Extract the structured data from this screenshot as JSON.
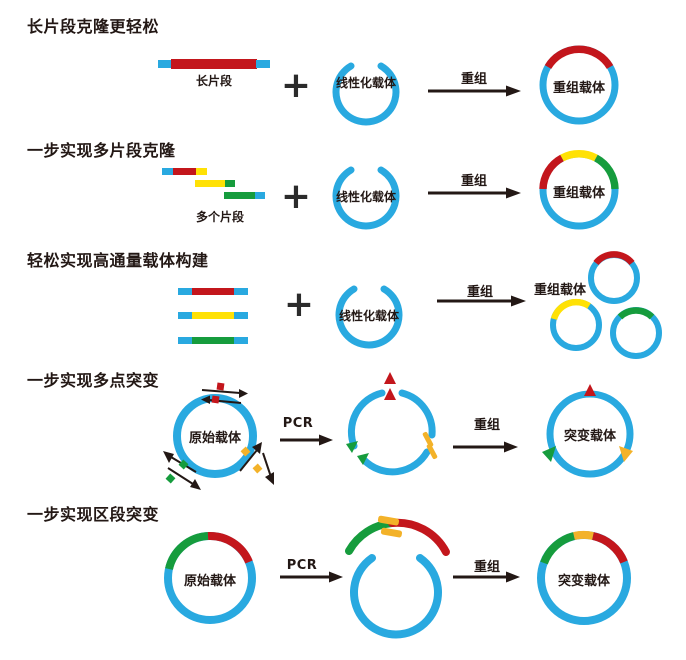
{
  "palette": {
    "vector_blue": "#29A9E0",
    "fragment_red": "#C3161C",
    "fragment_yellow": "#FFE105",
    "fragment_green": "#169C3D",
    "mutation_orange": "#F3B229",
    "ink_black": "#231815"
  },
  "rows": [
    {
      "title": "长片段克隆更轻松",
      "fragment_label": "长片段",
      "plus": "+",
      "linear_vector_label": "线性化载体",
      "reaction_label": "重组",
      "product_label": "重组载体"
    },
    {
      "title": "一步实现多片段克隆",
      "fragment_label": "多个片段",
      "plus": "+",
      "linear_vector_label": "线性化载体",
      "reaction_label": "重组",
      "product_label": "重组载体"
    },
    {
      "title": "轻松实现高通量载体构建",
      "plus": "+",
      "linear_vector_label": "线性化载体",
      "reaction_label": "重组",
      "product_label": "重组载体"
    },
    {
      "title": "一步实现多点突变",
      "source_vector_label": "原始载体",
      "pcr_label": "PCR",
      "reaction_label": "重组",
      "product_label": "突变载体"
    },
    {
      "title": "一步实现区段突变",
      "source_vector_label": "原始载体",
      "pcr_label": "PCR",
      "reaction_label": "重组",
      "product_label": "突变载体"
    }
  ]
}
